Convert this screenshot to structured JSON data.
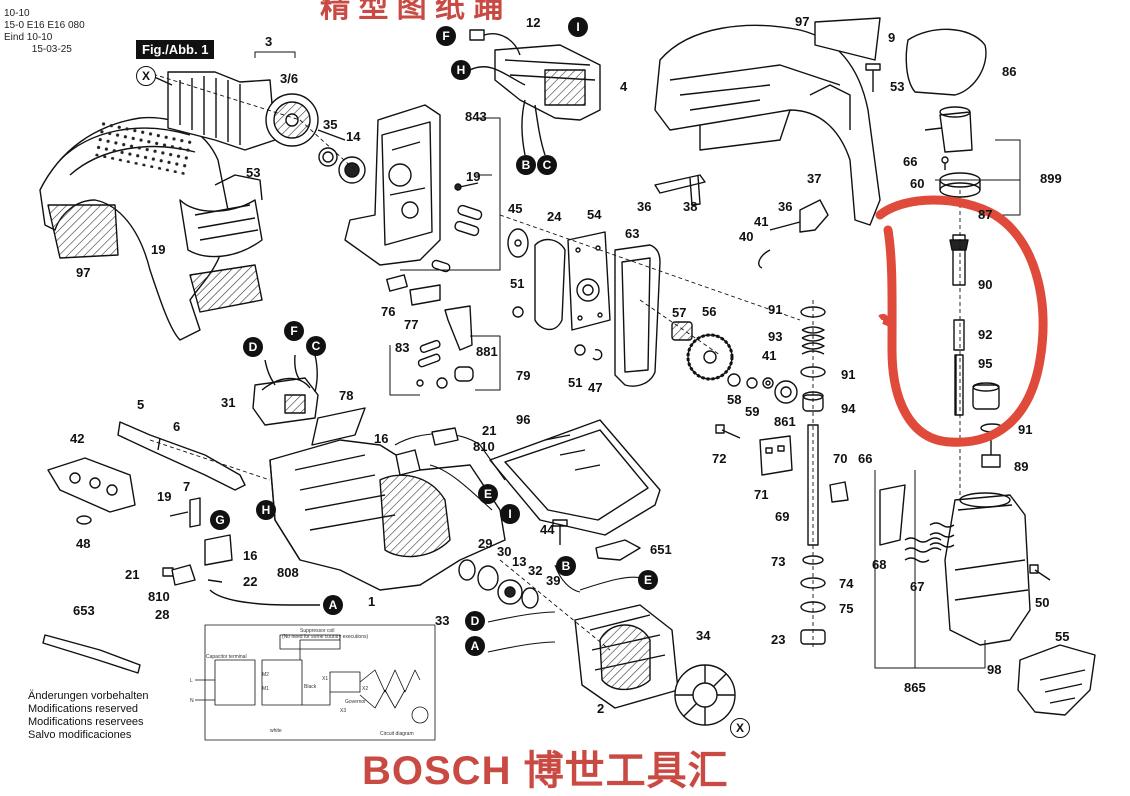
{
  "header": {
    "stamp_lines": [
      "10-10",
      "15-0",
      "E16",
      "E16 080",
      "Eind",
      "10-10",
      "15-03-25"
    ],
    "figure_tag": "Fig./Abb. 1",
    "top_red_text": "精 型 图 纸 踊"
  },
  "footer": {
    "notes": [
      "Änderungen vorbehalten",
      "Modifications reserved",
      "Modifications reservees",
      "Salvo modificaciones"
    ],
    "brand": "BOSCH 博世工具汇"
  },
  "part_labels": [
    "3",
    "3/6",
    "35",
    "14",
    "53",
    "19",
    "97",
    "843",
    "19",
    "45",
    "24",
    "54",
    "63",
    "12",
    "4",
    "97",
    "9",
    "53",
    "86",
    "66",
    "60",
    "899",
    "87",
    "37",
    "36",
    "38",
    "36",
    "41",
    "40",
    "76",
    "77",
    "83",
    "881",
    "79",
    "51",
    "51",
    "47",
    "57",
    "56",
    "91",
    "93",
    "41",
    "91",
    "58",
    "59",
    "861",
    "94",
    "90",
    "92",
    "95",
    "91",
    "89",
    "31",
    "78",
    "5",
    "6",
    "42",
    "7",
    "19",
    "16",
    "21",
    "810",
    "96",
    "72",
    "70",
    "66",
    "71",
    "69",
    "68",
    "67",
    "73",
    "74",
    "75",
    "23",
    "98",
    "865",
    "55",
    "50",
    "44",
    "651",
    "29",
    "30",
    "13",
    "32",
    "39",
    "33",
    "16",
    "21",
    "22",
    "810",
    "28",
    "808",
    "1",
    "2",
    "34",
    "48",
    "653"
  ],
  "connector_markers": [
    "X",
    "F",
    "I",
    "H",
    "B",
    "C",
    "D",
    "F",
    "C",
    "E",
    "I",
    "G",
    "H",
    "A",
    "B",
    "E",
    "D",
    "A",
    "X"
  ],
  "circuit_diagram": {
    "labels": [
      "Suppressor coil",
      "(No need for some country executions)",
      "Capacitor terminal",
      "Black",
      "Governor",
      "Circuit diagram",
      "white",
      "L",
      "N",
      "X1",
      "X2",
      "X3",
      "M1",
      "M2"
    ]
  }
}
